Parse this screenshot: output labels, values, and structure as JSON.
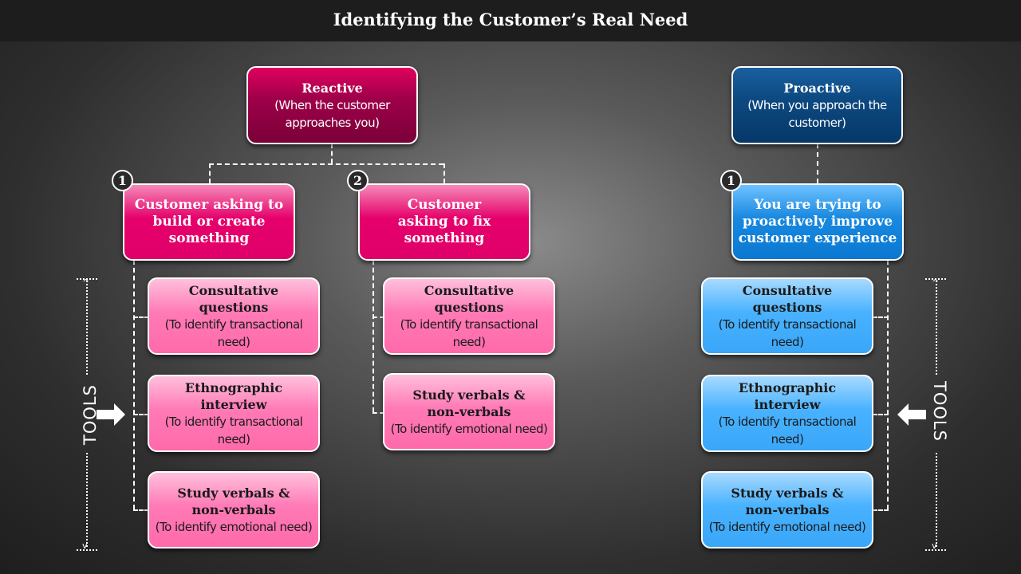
{
  "title": "Identifying the Customer’s Real Need",
  "reactive": {
    "heading": "Reactive",
    "subtext": "(When the customer approaches you)",
    "branches": [
      {
        "badge": "1",
        "label": "Customer asking to build or create something",
        "tools": [
          {
            "heading": "Consultative questions",
            "subtext": "(To identify transactional need)"
          },
          {
            "heading": "Ethnographic interview",
            "subtext": "(To identify transactional need)"
          },
          {
            "heading": "Study verbals & non-verbals",
            "subtext": "(To identify emotional need)"
          }
        ]
      },
      {
        "badge": "2",
        "label": "Customer asking to fix something",
        "tools": [
          {
            "heading": "Consultative questions",
            "subtext": "(To identify transactional need)"
          },
          {
            "heading": "Study verbals & non-verbals",
            "subtext": "(To identify emotional need)"
          }
        ]
      }
    ]
  },
  "proactive": {
    "heading": "Proactive",
    "subtext": "(When you approach the customer)",
    "branches": [
      {
        "badge": "1",
        "label": "You are trying to proactively improve customer experience",
        "tools": [
          {
            "heading": "Consultative questions",
            "subtext": "(To identify transactional need)"
          },
          {
            "heading": "Ethnographic interview",
            "subtext": "(To identify transactional need)"
          },
          {
            "heading": "Study verbals & non-verbals",
            "subtext": "(To identify emotional need)"
          }
        ]
      }
    ]
  },
  "tools_label_left": "TOOLS",
  "tools_label_right": "TOOLS",
  "colors": {
    "reactive_dark": "#8a0040",
    "reactive_branch": "#e0006a",
    "reactive_tool": "#ff6aaa",
    "proactive_dark": "#0d4a82",
    "proactive_branch": "#0a78d0",
    "proactive_tool": "#3aa6f8"
  }
}
